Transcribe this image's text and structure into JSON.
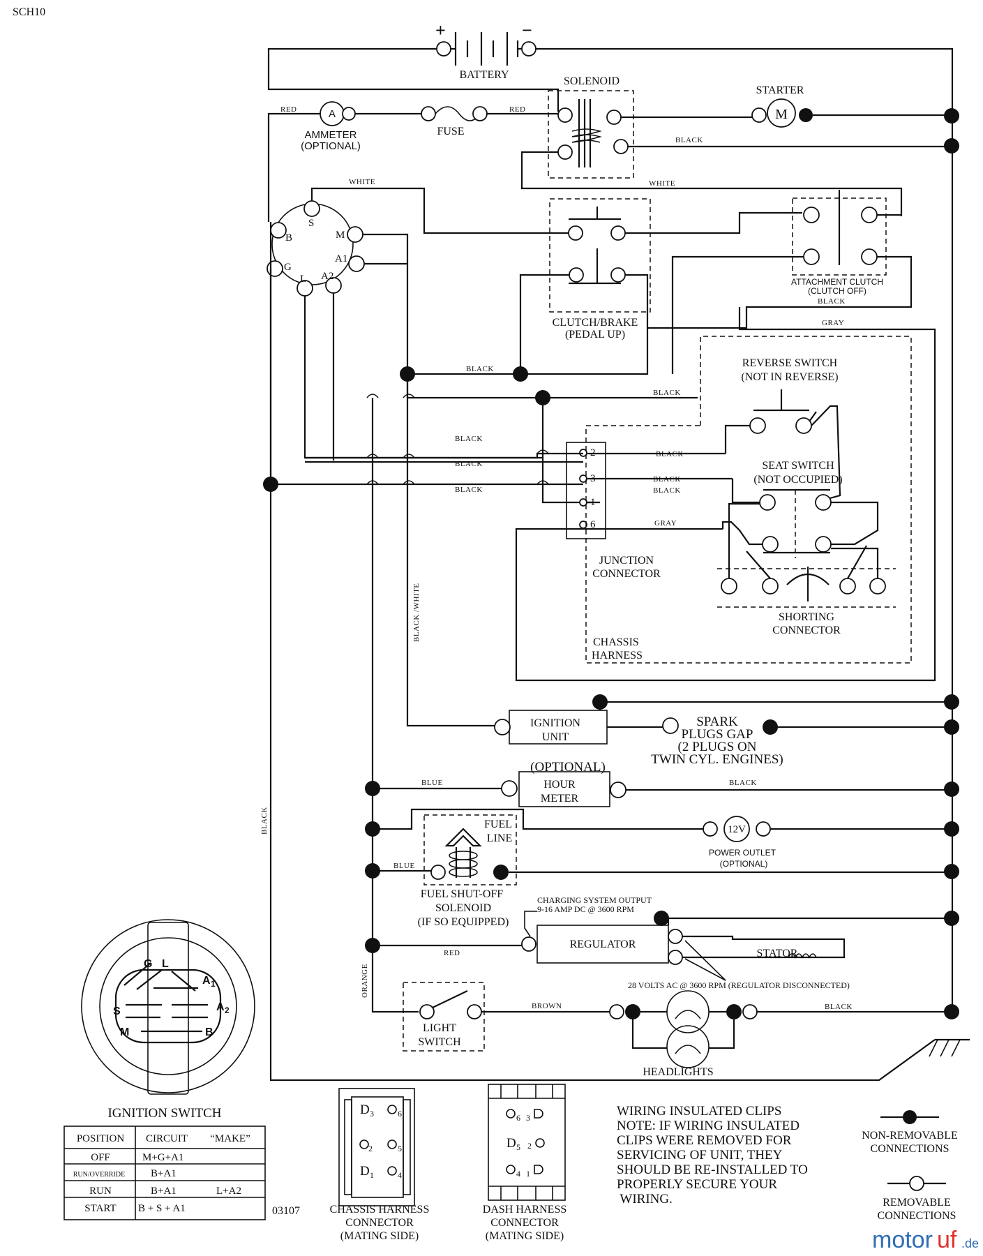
{
  "header": {
    "model_code": "SCH10",
    "figure_code": "03107"
  },
  "components": {
    "battery": "BATTERY",
    "plus": "+",
    "minus": "−",
    "solenoid": "SOLENOID",
    "starter": "STARTER",
    "starter_symbol": "M",
    "ammeter_line1": "AMMETER",
    "ammeter_line2": "(OPTIONAL)",
    "ammeter_symbol": "A",
    "fuse": "FUSE",
    "clutch_brake_line1": "CLUTCH/BRAKE",
    "clutch_brake_line2": "(PEDAL UP)",
    "attachment_clutch_line1": "ATTACHMENT CLUTCH",
    "attachment_clutch_line2": "(CLUTCH OFF)",
    "reverse_switch_line1": "REVERSE SWITCH",
    "reverse_switch_line2": "(NOT IN REVERSE)",
    "seat_switch_line1": "SEAT SWITCH",
    "seat_switch_line2": "(NOT OCCUPIED)",
    "junction_line1": "JUNCTION",
    "junction_line2": "CONNECTOR",
    "chassis_harness_line1": "CHASSIS",
    "chassis_harness_line2": "HARNESS",
    "shorting_line1": "SHORTING",
    "shorting_line2": "CONNECTOR",
    "ignition_unit_line1": "IGNITION",
    "ignition_unit_line2": "UNIT",
    "spark_line1": "SPARK",
    "spark_line2": "PLUGS GAP",
    "spark_line3": "(2 PLUGS ON",
    "spark_line4": "TWIN CYL. ENGINES)",
    "optional": "(OPTIONAL)",
    "hour_meter_line1": "HOUR",
    "hour_meter_line2": "METER",
    "fuel_line_line1": "FUEL",
    "fuel_line_line2": "LINE",
    "power_outlet_line1": "POWER OUTLET",
    "power_outlet_line2": "(OPTIONAL)",
    "power_outlet_symbol": "12V",
    "fuel_shutoff_line1": "FUEL SHUT-OFF",
    "fuel_shutoff_line2": "SOLENOID",
    "fuel_shutoff_line3": "(IF SO EQUIPPED)",
    "charging_line1": "CHARGING SYSTEM OUTPUT",
    "charging_line2": "9-16 AMP DC @ 3600 RPM",
    "regulator": "REGULATOR",
    "stator": "STATOR",
    "volts_ac": "28 VOLTS AC @ 3600 RPM (REGULATOR DISCONNECTED)",
    "light_switch_line1": "LIGHT",
    "light_switch_line2": "SWITCH",
    "headlights": "HEADLIGHTS",
    "ignition_pins": {
      "s": "S",
      "m": "M",
      "b": "B",
      "a1": "A1",
      "g": "G",
      "l": "L",
      "a2": "A2"
    },
    "junction_pins": {
      "p2": "2",
      "p3": "3",
      "p1": "1",
      "p6": "6"
    }
  },
  "wires": {
    "red": "RED",
    "black": "BLACK",
    "white": "WHITE",
    "gray": "GRAY",
    "blue": "BLUE",
    "brown": "BROWN",
    "orange": "ORANGE",
    "black_white": "BLACK /WHITE"
  },
  "ignition_switch": {
    "title": "IGNITION SWITCH",
    "face_labels": {
      "g": "G",
      "l": "L",
      "a1": "A",
      "a1_sub": "1",
      "s": "S",
      "a2": "A",
      "a2_sub": "2",
      "m": "M",
      "b": "B"
    },
    "headers": {
      "position": "POSITION",
      "circuit": "CIRCUIT",
      "make": "“MAKE”"
    },
    "rows": [
      {
        "position": "OFF",
        "circuit": "M+G+A1",
        "extra": ""
      },
      {
        "position": "RUN/OVERRIDE",
        "circuit": "B+A1",
        "extra": ""
      },
      {
        "position": "RUN",
        "circuit": "B+A1",
        "extra": "L+A2"
      },
      {
        "position": "START",
        "circuit": "B + S + A1",
        "extra": ""
      }
    ]
  },
  "connectors": {
    "chassis_line1": "CHASSIS HARNESS",
    "chassis_line2": "CONNECTOR",
    "chassis_line3": "(MATING SIDE)",
    "dash_line1": "DASH HARNESS",
    "dash_line2": "CONNECTOR",
    "dash_line3": "(MATING SIDE)",
    "chassis_pins": {
      "d3": "D",
      "d3_sub": "3",
      "p6": "6",
      "p2": "2",
      "p5": "5",
      "d1": "D",
      "d1_sub": "1",
      "p4": "4"
    },
    "dash_pins": {
      "p6": "6",
      "p3": "3",
      "d5": "D",
      "d5_sub": "5",
      "p2": "2",
      "p4": "4",
      "p1": "1"
    }
  },
  "notes": {
    "clips_title": "WIRING INSULATED CLIPS",
    "clips_lines": [
      "NOTE:  IF WIRING INSULATED",
      "CLIPS WERE REMOVED FOR",
      "SERVICING OF UNIT, THEY",
      "SHOULD BE RE-INSTALLED TO",
      "PROPERLY SECURE YOUR",
      " WIRING."
    ]
  },
  "legend": {
    "non_removable_line1": "NON-REMOVABLE",
    "non_removable_line2": "CONNECTIONS",
    "removable_line1": "REMOVABLE",
    "removable_line2": "CONNECTIONS"
  },
  "watermark": {
    "part1": "motor",
    "part2": "uf",
    "part3": ".de"
  }
}
